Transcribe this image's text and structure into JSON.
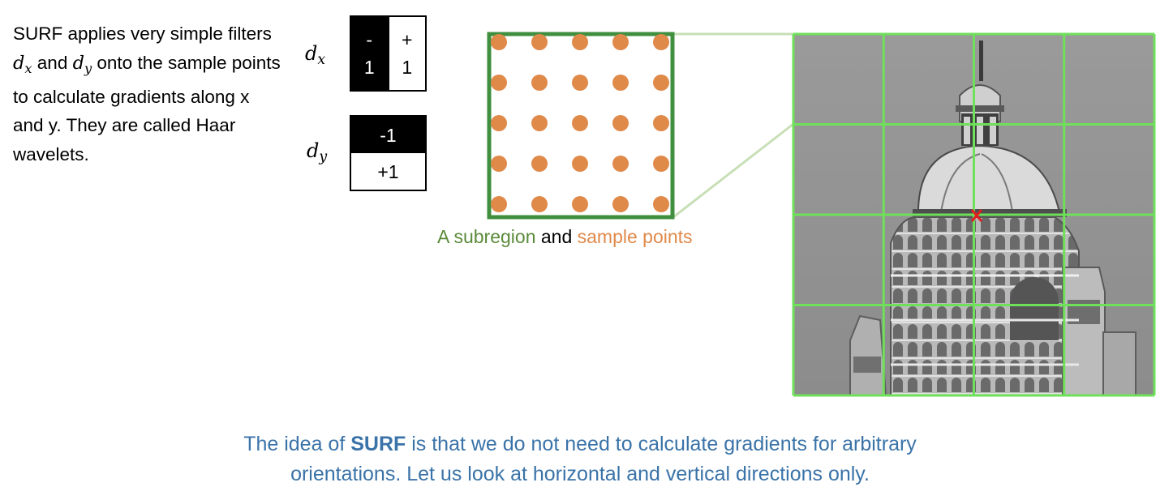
{
  "intro": {
    "part1": "SURF applies very simple filters ",
    "dx_symbol": "d",
    "dx_sub": "x",
    "part2": " and ",
    "dy_symbol": "d",
    "dy_sub": "y",
    "part3": " onto the sample points to calculate gradients along x and y. They are called Haar wavelets."
  },
  "filters": {
    "dx": {
      "symbol": "d",
      "sub": "x",
      "neg_sign": "-",
      "neg_digit": "1",
      "pos_sign": "+",
      "pos_digit": "1"
    },
    "dy": {
      "symbol": "d",
      "sub": "y",
      "top": "-1",
      "bottom": "+1"
    }
  },
  "subregion": {
    "rows": 5,
    "cols": 5,
    "border_color": "#3f8f3f",
    "dot_color": "#e08a4a"
  },
  "caption": {
    "part1": "A subregion",
    "part2": " and ",
    "part3": "sample points",
    "colors": {
      "part1": "#5b8b3b",
      "part3": "#e08a4a"
    }
  },
  "image_panel": {
    "grid_rows": 4,
    "grid_cols": 4,
    "grid_color": "#6fe05a",
    "marker": "x",
    "marker_color": "#e02020",
    "photo": "grayscale-building-dome-icon"
  },
  "bottom": {
    "pre": "The idea of ",
    "bold": "SURF",
    "post1": " is that we do not need to calculate gradients for arbitrary",
    "line2": "orientations. Let us look at horizontal and vertical directions only.",
    "color": "#3a73a8"
  }
}
